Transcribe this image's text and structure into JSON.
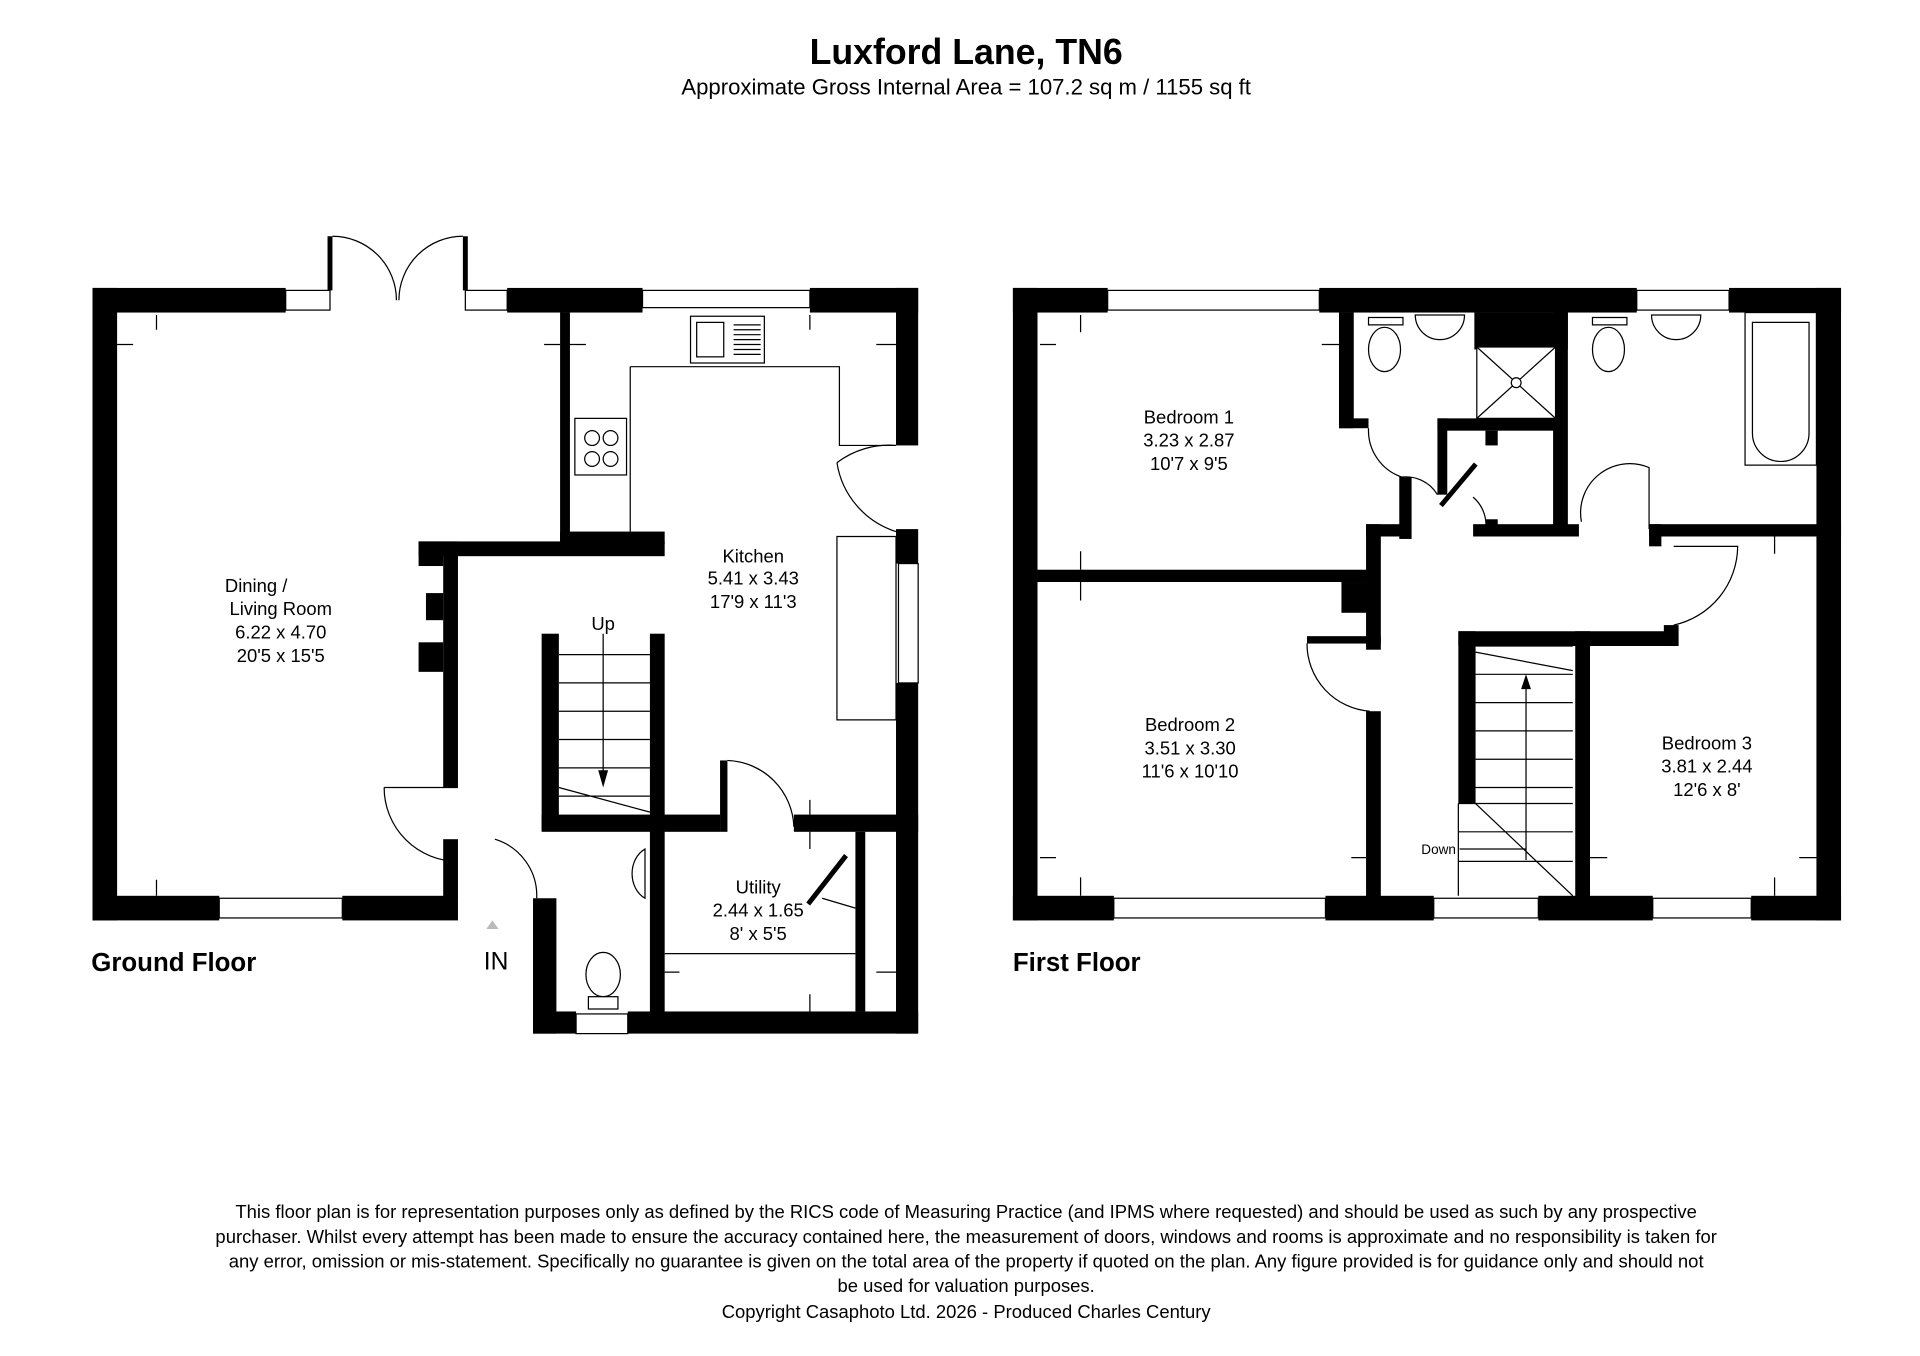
{
  "header": {
    "title": "Luxford Lane, TN6",
    "subtitle": "Approximate Gross Internal Area = 107.2 sq m / 1155 sq ft"
  },
  "ground_floor": {
    "label": "Ground Floor",
    "entrance": "IN",
    "stairs": "Up",
    "rooms": [
      {
        "name": "Dining /",
        "name2": "Living Room",
        "metric": "6.22 x 4.70",
        "imperial": "20'5 x 15'5"
      },
      {
        "name": "Kitchen",
        "metric": "5.41 x 3.43",
        "imperial": "17'9 x 11'3"
      },
      {
        "name": "Utility",
        "metric": "2.44 x 1.65",
        "imperial": "8' x 5'5"
      }
    ]
  },
  "first_floor": {
    "label": "First Floor",
    "stairs": "Down",
    "rooms": [
      {
        "name": "Bedroom 1",
        "metric": "3.23 x 2.87",
        "imperial": "10'7 x 9'5"
      },
      {
        "name": "Bedroom 2",
        "metric": "3.51 x 3.30",
        "imperial": "11'6 x 10'10"
      },
      {
        "name": "Bedroom 3",
        "metric": "3.81 x 2.44",
        "imperial": "12'6 x 8'"
      }
    ]
  },
  "disclaimer": {
    "lines": [
      "This floor plan is for representation purposes only as defined by the RICS code of Measuring Practice (and IPMS where requested) and should be used as such by any prospective",
      "purchaser. Whilst every attempt has been made to ensure the accuracy contained here, the measurement of doors, windows and rooms is approximate and no responsibility is taken for",
      "any error, omission or mis-statement. Specifically no guarantee is given on the total area of the property if quoted on the plan. Any figure provided is for guidance only and should not",
      "be used for valuation purposes."
    ],
    "copyright": "Copyright Casaphoto Ltd. 2026 - Produced Charles Century"
  }
}
